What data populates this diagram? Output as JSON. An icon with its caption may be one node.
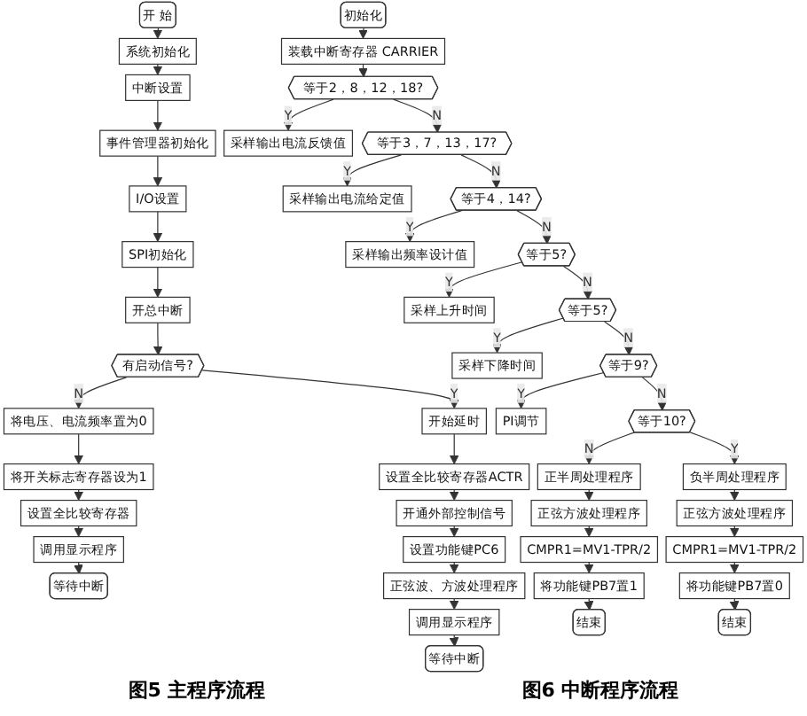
{
  "diagram": {
    "nodes": [
      {
        "text": [
          "开 始"
        ]
      },
      {
        "text": [
          "系统初始化"
        ]
      },
      {
        "text": [
          "中断设置"
        ]
      },
      {
        "text": [
          "事件管理器初始化"
        ]
      },
      {
        "text": [
          "I/O设置"
        ]
      },
      {
        "text": [
          "SPI初始化"
        ]
      },
      {
        "text": [
          "开总中断"
        ]
      },
      {
        "text": [
          "有启动信号?"
        ]
      },
      {
        "text": [
          "将电压、电流频率置为0"
        ]
      },
      {
        "text": [
          "将开关标志寄存器设为1"
        ]
      },
      {
        "text": [
          "设置全比较寄存器"
        ]
      },
      {
        "text": [
          "调用显示程序"
        ]
      },
      {
        "text": [
          "等待中断"
        ]
      },
      {
        "text": [
          "开始延时"
        ]
      },
      {
        "text": [
          "设置全比较寄存器ACTR"
        ]
      },
      {
        "text": [
          "开通外部控制信号"
        ]
      },
      {
        "text": [
          "设置功能键PC6"
        ]
      },
      {
        "text": [
          "正弦波、方波处理程序"
        ]
      },
      {
        "text": [
          "调用显示程序"
        ]
      },
      {
        "text": [
          "等待中断"
        ]
      },
      {
        "text": [
          "初始化"
        ]
      },
      {
        "text": [
          "装载中断寄存器 CARRIER"
        ]
      },
      {
        "text": [
          "等于2，8，12，18?"
        ]
      },
      {
        "text": [
          "采样输出电流反馈值"
        ]
      },
      {
        "text": [
          "等于3，7，13，17?"
        ]
      },
      {
        "text": [
          "采样输出电流给定值"
        ]
      },
      {
        "text": [
          "等于4，14?"
        ]
      },
      {
        "text": [
          "采样输出频率设计值"
        ]
      },
      {
        "text": [
          "等于5?"
        ]
      },
      {
        "text": [
          "采样上升时间"
        ]
      },
      {
        "text": [
          "等于5?"
        ]
      },
      {
        "text": [
          "采样下降时间"
        ]
      },
      {
        "text": [
          "等于9?"
        ]
      },
      {
        "text": [
          "PI调节"
        ]
      },
      {
        "text": [
          "等于10?"
        ]
      },
      {
        "text": [
          "负半周处理程序"
        ]
      },
      {
        "text": [
          "正半周处理程序"
        ]
      },
      {
        "text": [
          "正弦方波处理程序"
        ]
      },
      {
        "text": [
          "CMPR1=MV1-TPR/2"
        ]
      },
      {
        "text": [
          "将功能键PB7置1"
        ]
      },
      {
        "text": [
          "结束"
        ]
      },
      {
        "text": [
          "正弦方波处理程序"
        ]
      },
      {
        "text": [
          "CMPR1=MV1-TPR/2"
        ]
      },
      {
        "text": [
          "将功能键PB7置0"
        ]
      },
      {
        "text": [
          "结束"
        ]
      }
    ],
    "edges": [
      {
        "from": 0,
        "to": 1,
        "arrow": "to"
      },
      {
        "from": 1,
        "to": 2,
        "arrow": "to"
      },
      {
        "from": 2,
        "to": 3,
        "arrow": "to"
      },
      {
        "from": 3,
        "to": 4,
        "arrow": "to"
      },
      {
        "from": 4,
        "to": 5,
        "arrow": "to"
      },
      {
        "from": 5,
        "to": 6,
        "arrow": "to"
      },
      {
        "from": 6,
        "to": 7,
        "arrow": "to"
      },
      {
        "from": 7,
        "to": 8,
        "arrow": "to",
        "label": "N"
      },
      {
        "from": 8,
        "to": 9,
        "arrow": "to"
      },
      {
        "from": 9,
        "to": 10,
        "arrow": "to"
      },
      {
        "from": 10,
        "to": 11,
        "arrow": "to"
      },
      {
        "from": 11,
        "to": 12,
        "arrow": "to"
      },
      {
        "from": 7,
        "to": 13,
        "arrow": "to",
        "label": "Y"
      },
      {
        "from": 13,
        "to": 14,
        "arrow": "to"
      },
      {
        "from": 14,
        "to": 15,
        "arrow": "to"
      },
      {
        "from": 15,
        "to": 16,
        "arrow": "to"
      },
      {
        "from": 16,
        "to": 17,
        "arrow": "to"
      },
      {
        "from": 17,
        "to": 18,
        "arrow": "to"
      },
      {
        "from": 18,
        "to": 19,
        "arrow": "to"
      },
      {
        "from": 20,
        "to": 21,
        "arrow": "to"
      },
      {
        "from": 21,
        "to": 22,
        "arrow": "to"
      },
      {
        "from": 22,
        "to": 23,
        "arrow": "to",
        "label": "Y"
      },
      {
        "from": 22,
        "to": 24,
        "arrow": "to",
        "label": "N"
      },
      {
        "from": 24,
        "to": 25,
        "arrow": "to",
        "label": "Y"
      },
      {
        "from": 24,
        "to": 26,
        "arrow": "to",
        "label": "N"
      },
      {
        "from": 26,
        "to": 27,
        "arrow": "to",
        "label": "Y"
      },
      {
        "from": 26,
        "to": 28,
        "arrow": "to",
        "label": "N"
      },
      {
        "from": 28,
        "to": 29,
        "arrow": "to",
        "label": "Y"
      },
      {
        "from": 28,
        "to": 30,
        "arrow": "to",
        "label": "N"
      },
      {
        "from": 30,
        "to": 31,
        "arrow": "to",
        "label": "Y"
      },
      {
        "from": 30,
        "to": 32,
        "arrow": "to",
        "label": "N"
      },
      {
        "from": 32,
        "to": 33,
        "arrow": "to",
        "label": "Y"
      },
      {
        "from": 32,
        "to": 34,
        "arrow": "to",
        "label": "N"
      },
      {
        "from": 34,
        "to": 35,
        "arrow": "to",
        "label": "Y"
      },
      {
        "from": 34,
        "to": 36,
        "arrow": "to",
        "label": "N"
      },
      {
        "from": 36,
        "to": 37,
        "arrow": "to"
      },
      {
        "from": 37,
        "to": 38,
        "arrow": "to"
      },
      {
        "from": 38,
        "to": 39,
        "arrow": "to"
      },
      {
        "from": 39,
        "to": 40,
        "arrow": "to"
      },
      {
        "from": 35,
        "to": 41,
        "arrow": "to"
      },
      {
        "from": 41,
        "to": 42,
        "arrow": "to"
      },
      {
        "from": 42,
        "to": 43,
        "arrow": "to"
      },
      {
        "from": 43,
        "to": 44,
        "arrow": "to"
      }
    ],
    "labels": [
      "图5 主程序流程",
      "图6 中断程序流程"
    ]
  }
}
